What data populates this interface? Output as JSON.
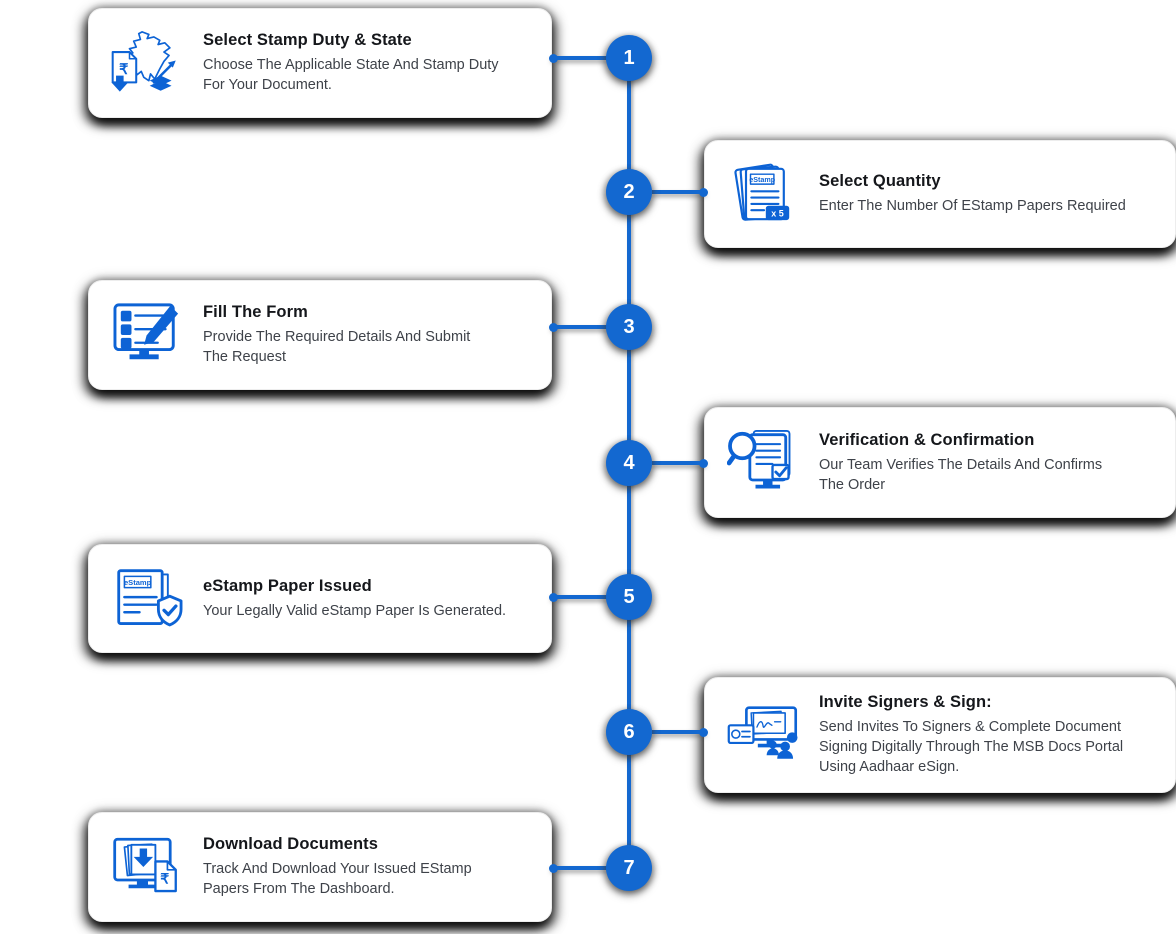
{
  "colors": {
    "accent_blue": "#1368d0",
    "icon_blue": "#0d63d5",
    "title_text": "#15171b",
    "description_text": "#3e4249",
    "card_background": "#ffffff"
  },
  "icon_labels": {
    "estamp_text": "eStamp",
    "quantity_badge": "x 5",
    "rupee_symbol": "₹"
  },
  "timeline": {
    "steps": [
      {
        "number": "1",
        "title": "Select Stamp Duty & State",
        "description": "Choose The Applicable State And Stamp Duty\nFor Your Document.",
        "icon": "india-map-stamp-duty-icon",
        "side": "left"
      },
      {
        "number": "2",
        "title": "Select Quantity",
        "description": "Enter The Number Of EStamp Papers Required",
        "icon": "estamp-quantity-icon",
        "side": "right"
      },
      {
        "number": "3",
        "title": "Fill The Form",
        "description": "Provide The Required Details And Submit\nThe Request",
        "icon": "form-checklist-pen-icon",
        "side": "left"
      },
      {
        "number": "4",
        "title": "Verification & Confirmation",
        "description": "Our Team Verifies The Details And Confirms\nThe Order",
        "icon": "magnifier-verification-icon",
        "side": "right"
      },
      {
        "number": "5",
        "title": "eStamp Paper Issued",
        "description": "Your Legally Valid eStamp Paper Is Generated.",
        "icon": "estamp-shield-check-icon",
        "side": "left"
      },
      {
        "number": "6",
        "title": "Invite Signers & Sign:",
        "description": "Send Invites To Signers & Complete Document\nSigning Digitally Through The MSB Docs Portal\nUsing Aadhaar eSign.",
        "icon": "invite-signers-esign-icon",
        "side": "right"
      },
      {
        "number": "7",
        "title": "Download Documents",
        "description": "Track And Download Your Issued EStamp\nPapers From The Dashboard.",
        "icon": "download-documents-icon",
        "side": "left"
      }
    ]
  }
}
